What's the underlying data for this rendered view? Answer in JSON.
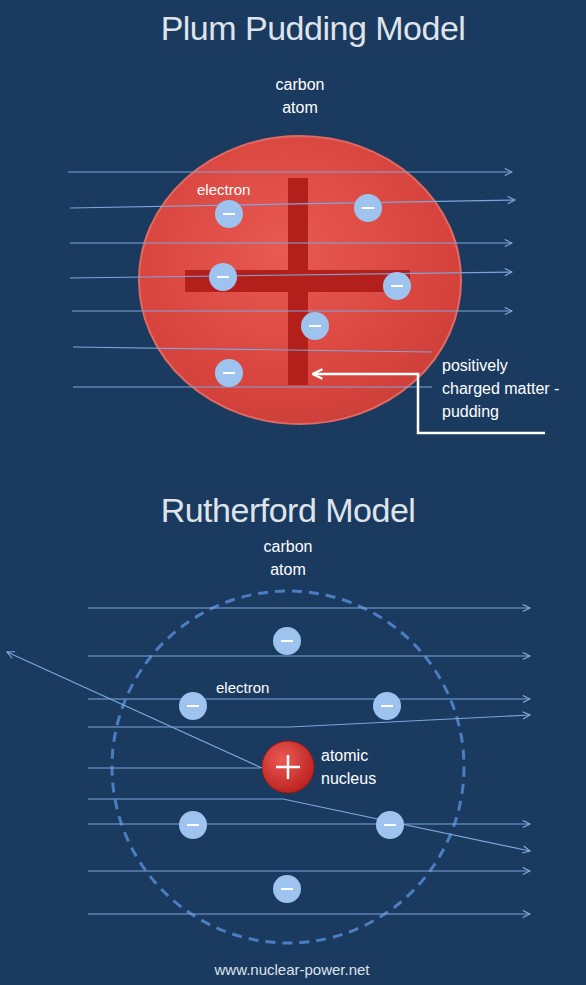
{
  "diagram": {
    "nodes": [
      {
        "text": [
          "carbon atom"
        ]
      },
      {
        "text": [
          "carbon atom"
        ]
      },
      {
        "text": [
          "atomic nucleus"
        ],
        "in": 1
      }
    ],
    "labels": [
      "Plum Pudding Model",
      "electron",
      "positively charged matter - pudding",
      "Rutherford Model",
      "electron",
      "www.nuclear-power.net"
    ]
  }
}
